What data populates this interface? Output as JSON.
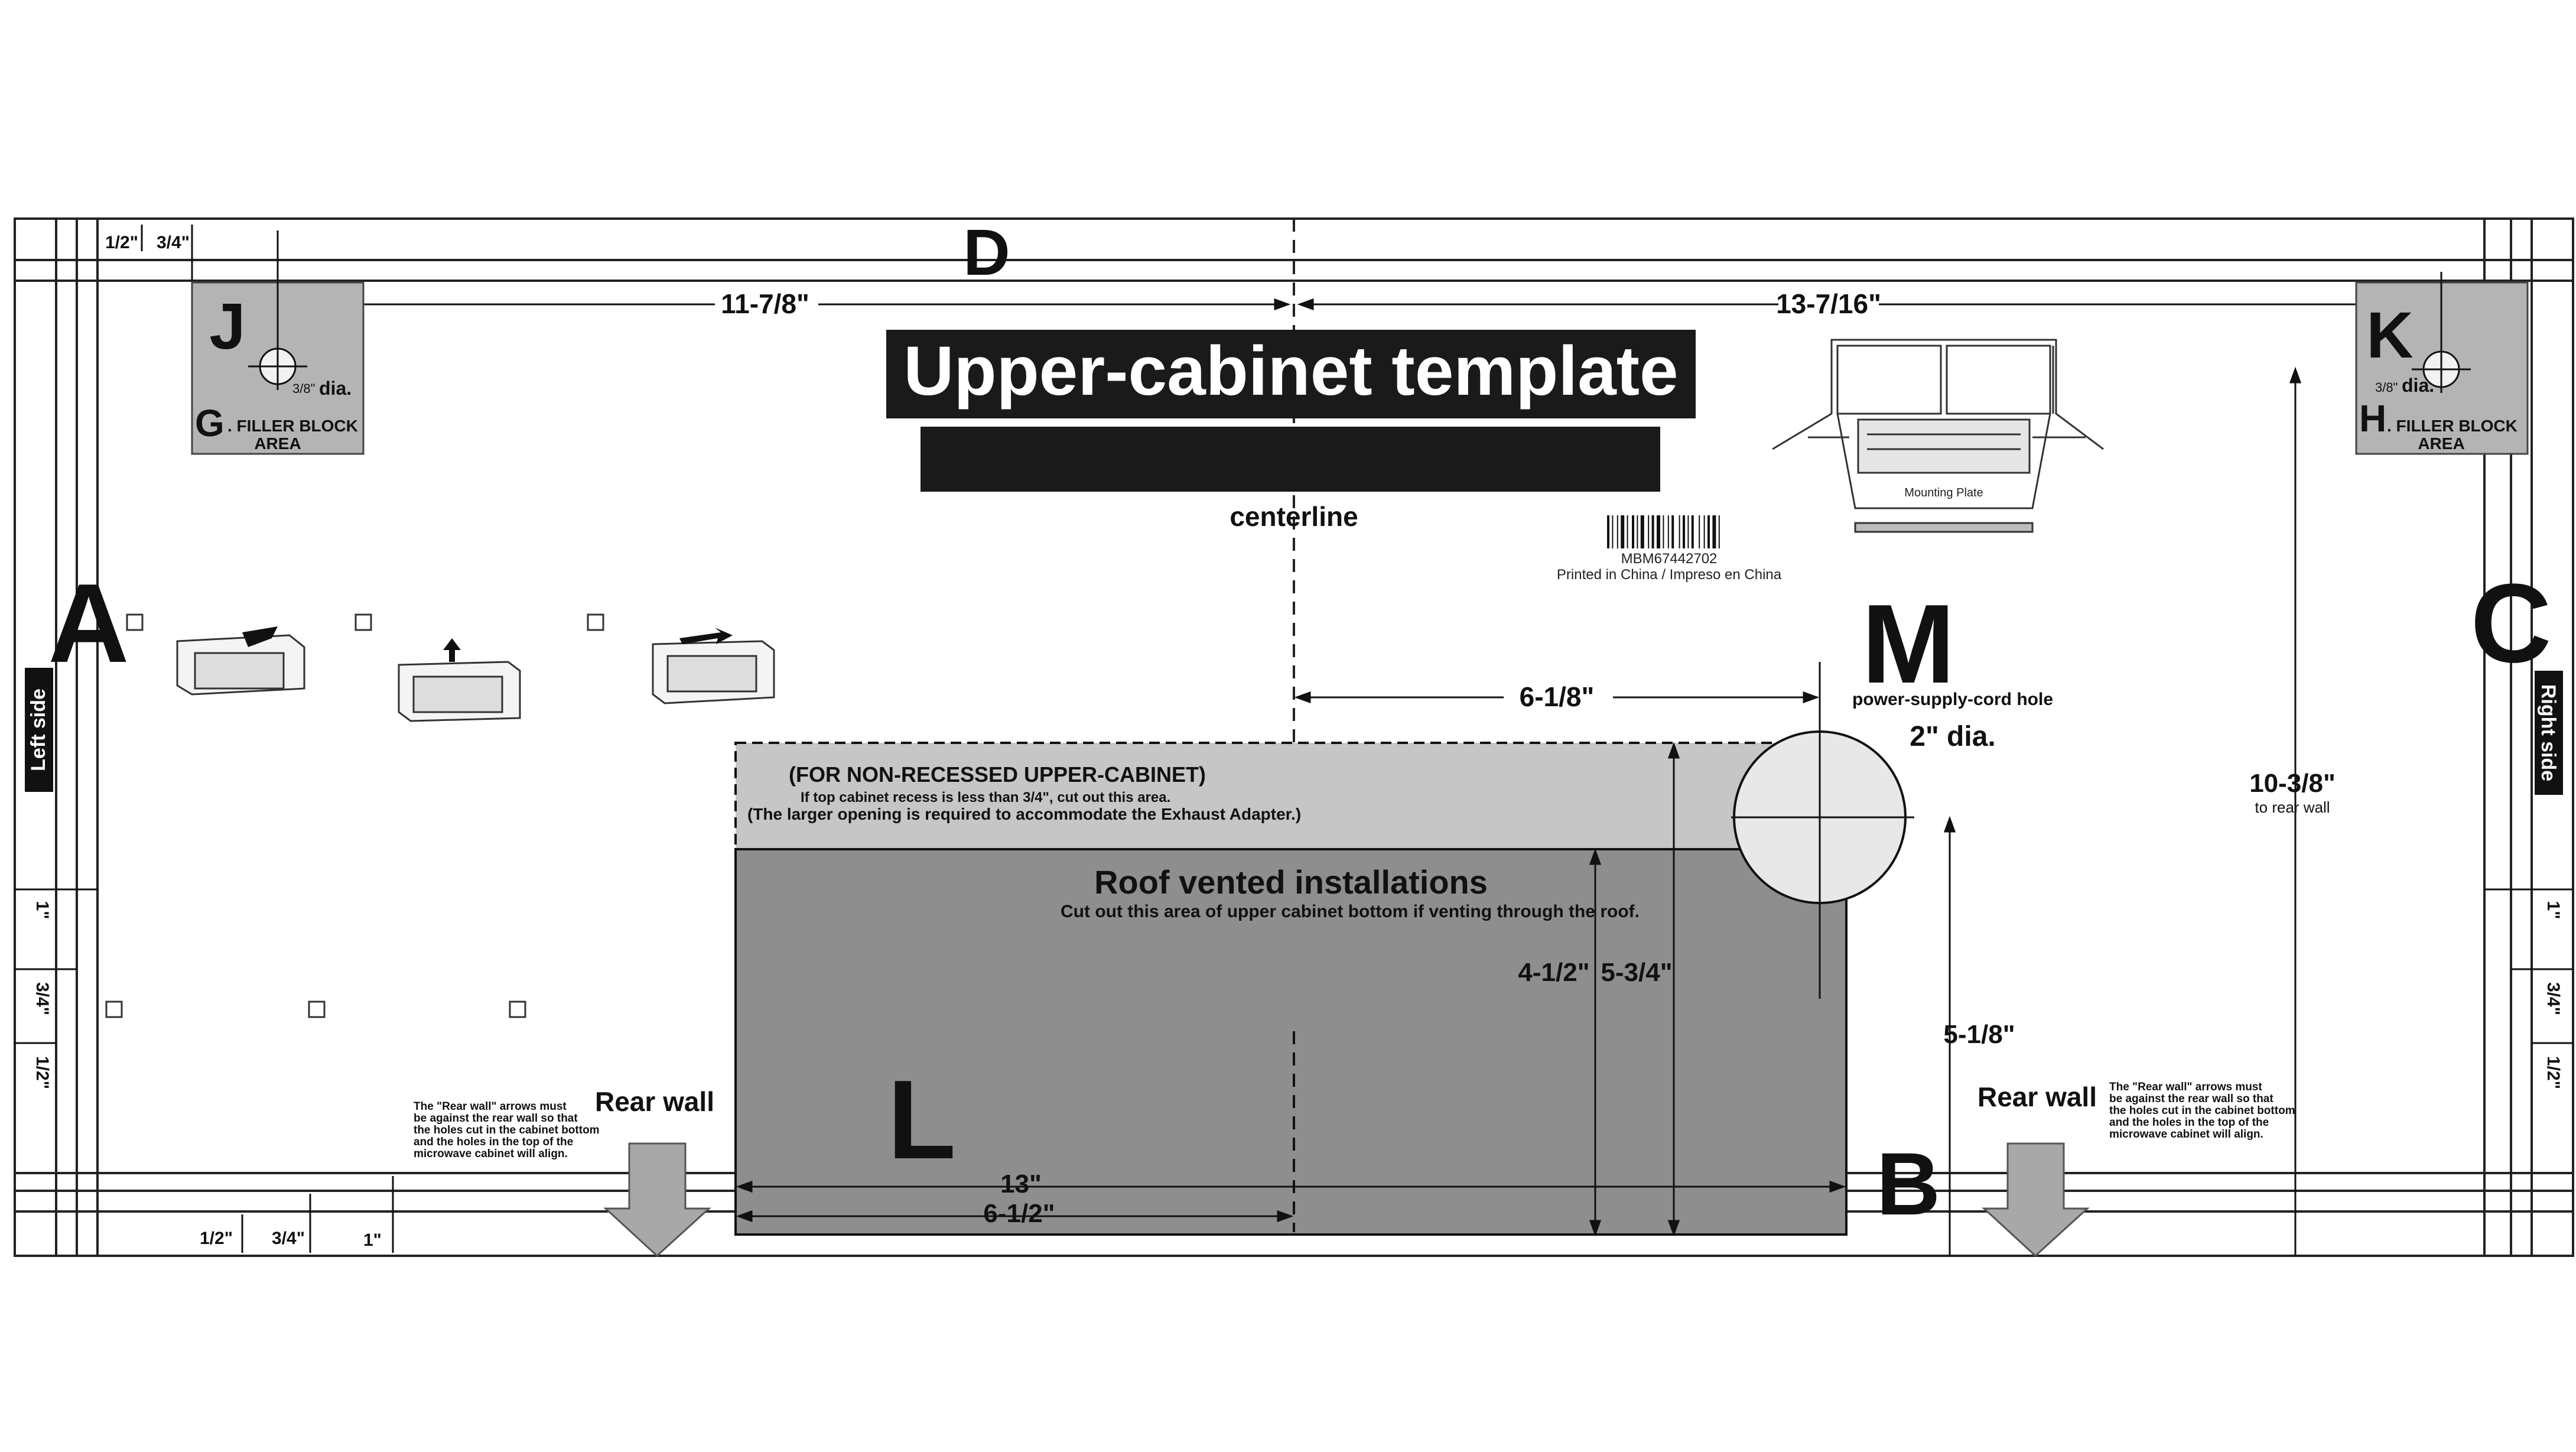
{
  "template": {
    "title": "Upper-cabinet template",
    "centerline": "centerline",
    "part_number": "MBM67442702",
    "printed_in": "Printed in China / Impreso en China",
    "mounting_plate_label": "Mounting Plate"
  },
  "letters": {
    "A": "A",
    "B": "B",
    "C": "C",
    "D": "D",
    "J": "J",
    "G": "G",
    "K": "K",
    "H": "H",
    "L": "L",
    "M": "M"
  },
  "sides": {
    "left": "Left side",
    "right": "Right side"
  },
  "holes": {
    "bolt_dia_left": "dia.",
    "bolt_dia_right": "dia.",
    "bolt_fraction": "3/8\"",
    "filler_left": ". FILLER BLOCK",
    "filler_right": ". FILLER BLOCK",
    "area_word": "AREA",
    "power_cord": "power-supply-cord hole",
    "power_cord_dia": "2\" dia."
  },
  "non_recessed": {
    "heading": "(FOR NON-RECESSED UPPER-CABINET)",
    "line1": "If top cabinet recess is less than 3/4\", cut out this area.",
    "line2": "(The larger opening is required to accommodate the Exhaust Adapter.)"
  },
  "roof": {
    "heading": "Roof vented  installations",
    "subtext": "Cut out this area of upper cabinet bottom  if venting through the roof."
  },
  "rear_wall": {
    "label": "Rear wall",
    "note_lines": [
      "The \"Rear wall\" arrows must",
      "be against the rear wall so that",
      "the holes cut in the cabinet bottom",
      "and the holes in the top of the",
      "microwave cabinet will align."
    ]
  },
  "dimensions": {
    "d_11_7_8": "11-7/8\"",
    "d_13_7_16": "13-7/16\"",
    "d_6_1_8": "6-1/8\"",
    "d_10_3_8": "10-3/8\"",
    "to_rear_wall": "to rear wall",
    "d_4_1_2": "4-1/2\"",
    "d_5_3_4": "5-3/4\"",
    "d_5_1_8": "5-1/8\"",
    "d_13": "13\"",
    "d_6_1_2": "6-1/2\"",
    "half": "1/2\"",
    "three_quarter": "3/4\"",
    "one": "1\""
  },
  "colors": {
    "cutout_dark": "#8e8e8e",
    "cutout_light": "#c6c6c6",
    "filler_block": "#b4b4b4",
    "title_bar": "#1a1a1a",
    "arrow_gray": "#a8a8a8"
  }
}
